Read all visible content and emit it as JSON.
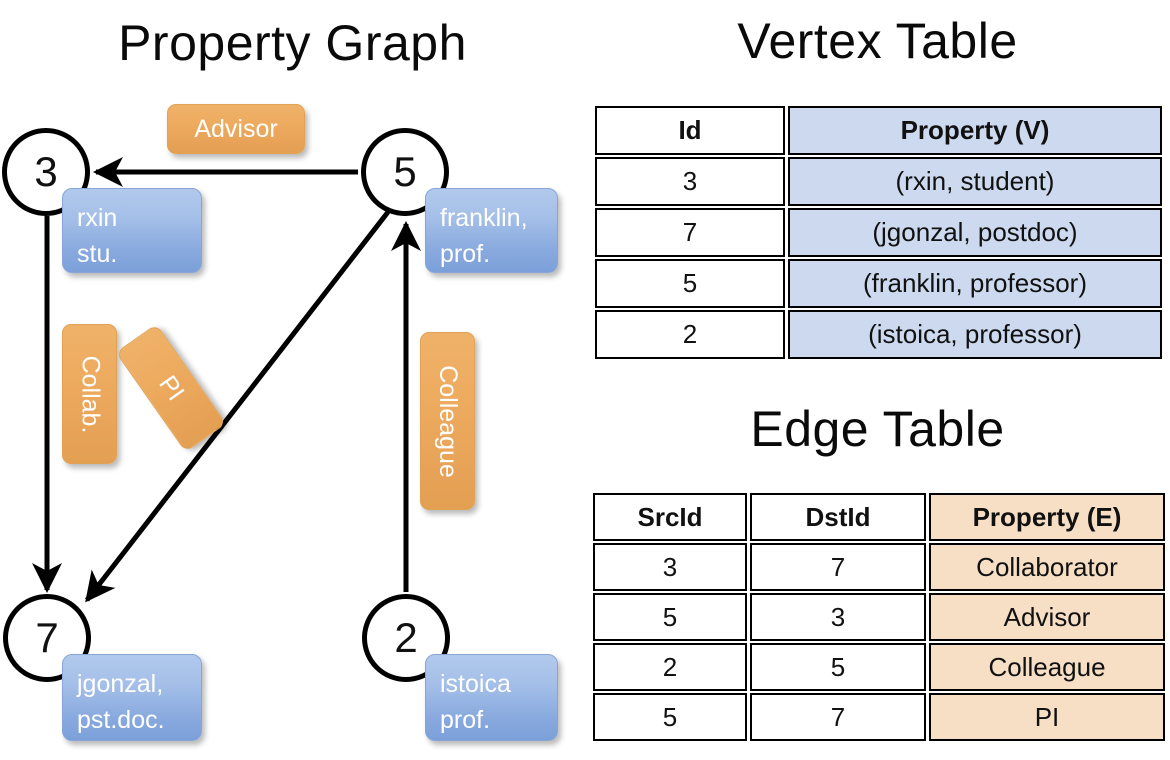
{
  "panels": {
    "graph_title": "Property Graph",
    "vertex_title": "Vertex Table",
    "edge_title": "Edge Table"
  },
  "graph": {
    "nodes": [
      {
        "id": "3",
        "label": "3",
        "property_line1": "rxin",
        "property_line2": "stu."
      },
      {
        "id": "5",
        "label": "5",
        "property_line1": "franklin,",
        "property_line2": "prof."
      },
      {
        "id": "7",
        "label": "7",
        "property_line1": "jgonzal,",
        "property_line2": "pst.doc."
      },
      {
        "id": "2",
        "label": "2",
        "property_line1": "istoica",
        "property_line2": "prof."
      }
    ],
    "edge_labels": {
      "advisor": "Advisor",
      "collab": "Collab.",
      "pi": "PI",
      "colleague": "Colleague"
    },
    "edges": [
      {
        "src": "5",
        "dst": "3",
        "label": "Advisor"
      },
      {
        "src": "3",
        "dst": "7",
        "label": "Collab."
      },
      {
        "src": "5",
        "dst": "7",
        "label": "PI"
      },
      {
        "src": "2",
        "dst": "5",
        "label": "Colleague"
      }
    ]
  },
  "vertex_table": {
    "headers": [
      "Id",
      "Property (V)"
    ],
    "rows": [
      {
        "id": "3",
        "property": "(rxin, student)"
      },
      {
        "id": "7",
        "property": "(jgonzal, postdoc)"
      },
      {
        "id": "5",
        "property": "(franklin, professor)"
      },
      {
        "id": "2",
        "property": "(istoica, professor)"
      }
    ]
  },
  "edge_table": {
    "headers": [
      "SrcId",
      "DstId",
      "Property (E)"
    ],
    "rows": [
      {
        "src": "3",
        "dst": "7",
        "property": "Collaborator"
      },
      {
        "src": "5",
        "dst": "3",
        "property": "Advisor"
      },
      {
        "src": "2",
        "dst": "5",
        "property": "Colleague"
      },
      {
        "src": "5",
        "dst": "7",
        "property": "PI"
      }
    ]
  },
  "colors": {
    "vertex_box": "#9cb8e4",
    "edge_box": "#eaa95c",
    "vertex_table_highlight": "#ccd9ef",
    "edge_table_highlight": "#f7dfc5",
    "stroke": "#000000",
    "background": "#ffffff"
  }
}
